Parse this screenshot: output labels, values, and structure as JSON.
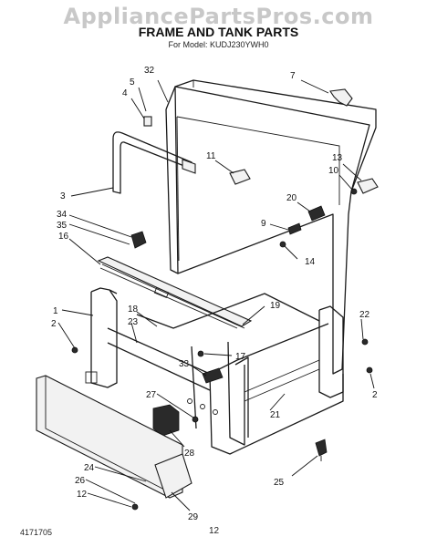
{
  "watermark": "AppliancePartsPros.com",
  "title": "FRAME AND TANK PARTS",
  "subtitle": "For Model: KUDJ230YWH0",
  "doc_code": "4171705",
  "page_number": "12",
  "callouts": [
    "32",
    "7",
    "5",
    "4",
    "11",
    "13",
    "10",
    "3",
    "20",
    "9",
    "34",
    "35",
    "14",
    "16",
    "1",
    "19",
    "2",
    "18",
    "23",
    "22",
    "17",
    "33",
    "2",
    "27",
    "21",
    "28",
    "24",
    "26",
    "25",
    "12",
    "29"
  ]
}
